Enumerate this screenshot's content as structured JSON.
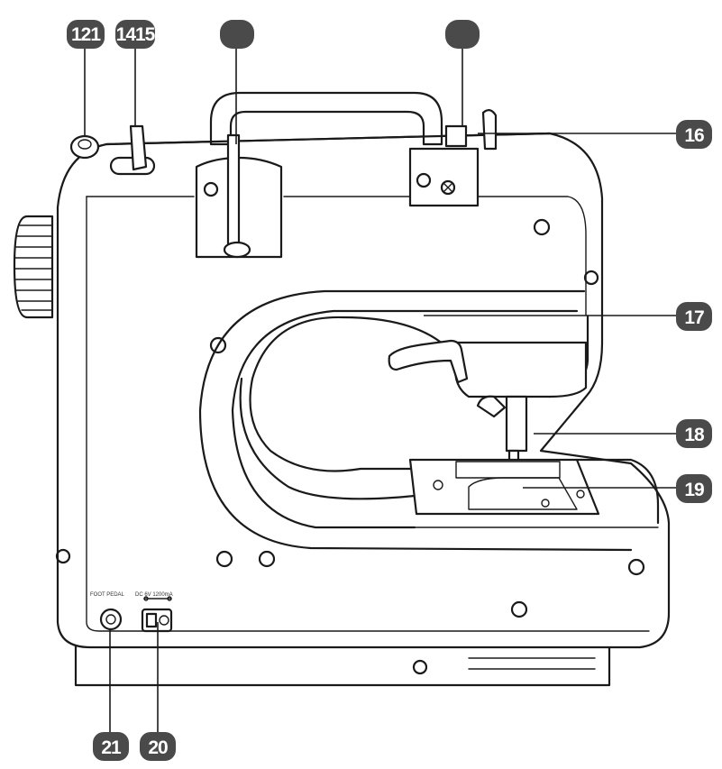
{
  "colors": {
    "badge_fill": "#4a4a4a",
    "badge_text": "#ffffff",
    "line": "#1a1a1a",
    "background": "#ffffff"
  },
  "callouts": {
    "c121": "121",
    "c1415": "1415",
    "blank1": "",
    "blank2": "",
    "c16": "16",
    "c17": "17",
    "c18": "18",
    "c19": "19",
    "c20": "20",
    "c21": "21"
  },
  "panel_labels": {
    "foot_pedal": "FOOT PEDAL",
    "power": "DC 6V 1200mA"
  }
}
